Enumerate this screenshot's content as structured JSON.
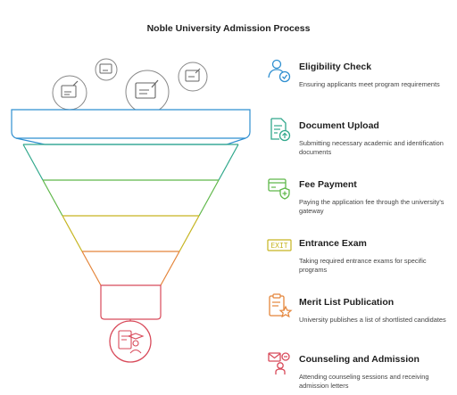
{
  "title": "Noble University Admission Process",
  "colors": {
    "eligibility": "#2f8fd0",
    "document": "#31a88c",
    "fee": "#5fb84a",
    "exam": "#c6b520",
    "merit": "#e4853a",
    "counseling": "#d84a5a"
  },
  "steps": [
    {
      "title": "Eligibility Check",
      "desc": "Ensuring applicants meet program requirements",
      "icon": "user-check-icon"
    },
    {
      "title": "Document Upload",
      "desc": "Submitting necessary academic and identification documents",
      "icon": "document-upload-icon"
    },
    {
      "title": "Fee Payment",
      "desc": "Paying the application fee through the university's gateway",
      "icon": "card-payment-icon"
    },
    {
      "title": "Entrance Exam",
      "desc": "Taking required entrance exams for specific programs",
      "icon": "exit-sign-icon",
      "badge": "EXIT"
    },
    {
      "title": "Merit List Publication",
      "desc": "University publishes a list of shortlisted candidates",
      "icon": "clipboard-star-icon"
    },
    {
      "title": "Counseling and Admission",
      "desc": "Attending counseling sessions and receiving admission letters",
      "icon": "mail-person-icon"
    }
  ]
}
